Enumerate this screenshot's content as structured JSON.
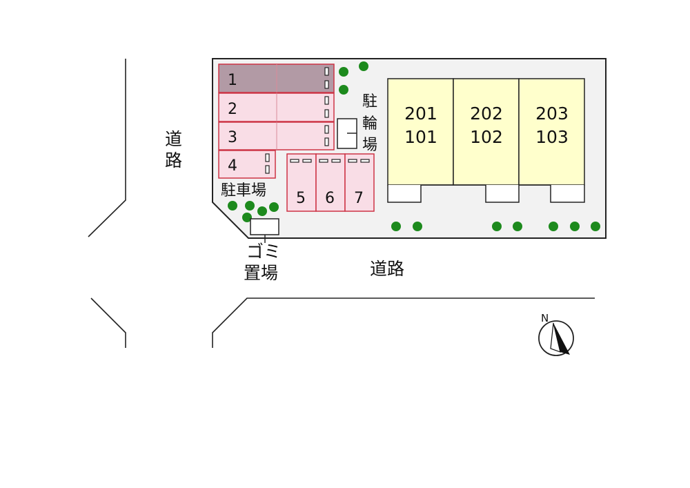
{
  "roads": {
    "west_label_chars": [
      "道",
      "路"
    ],
    "south_label": "道路"
  },
  "parking": {
    "label": "駐車場",
    "spaces": [
      {
        "num": "1",
        "status": "occupied"
      },
      {
        "num": "2",
        "status": "available"
      },
      {
        "num": "3",
        "status": "available"
      },
      {
        "num": "4",
        "status": "available"
      },
      {
        "num": "5",
        "status": "available"
      },
      {
        "num": "6",
        "status": "available"
      },
      {
        "num": "7",
        "status": "available"
      }
    ]
  },
  "bicycle_parking": {
    "label_chars": [
      "駐",
      "輪",
      "場"
    ]
  },
  "garbage": {
    "label_lines": [
      "ゴミ",
      "置場"
    ]
  },
  "building": {
    "units": [
      {
        "upper": "201",
        "lower": "101"
      },
      {
        "upper": "202",
        "lower": "102"
      },
      {
        "upper": "203",
        "lower": "103"
      }
    ]
  },
  "compass": {
    "label": "N"
  },
  "colors": {
    "parking_available": "#f9dde6",
    "parking_occupied": "#b29aa5",
    "parking_border": "#cc3344",
    "building_fill": "#ffffcc",
    "tree": "#1d8a1d",
    "lot": "#f2f2f2",
    "line": "#222222"
  }
}
